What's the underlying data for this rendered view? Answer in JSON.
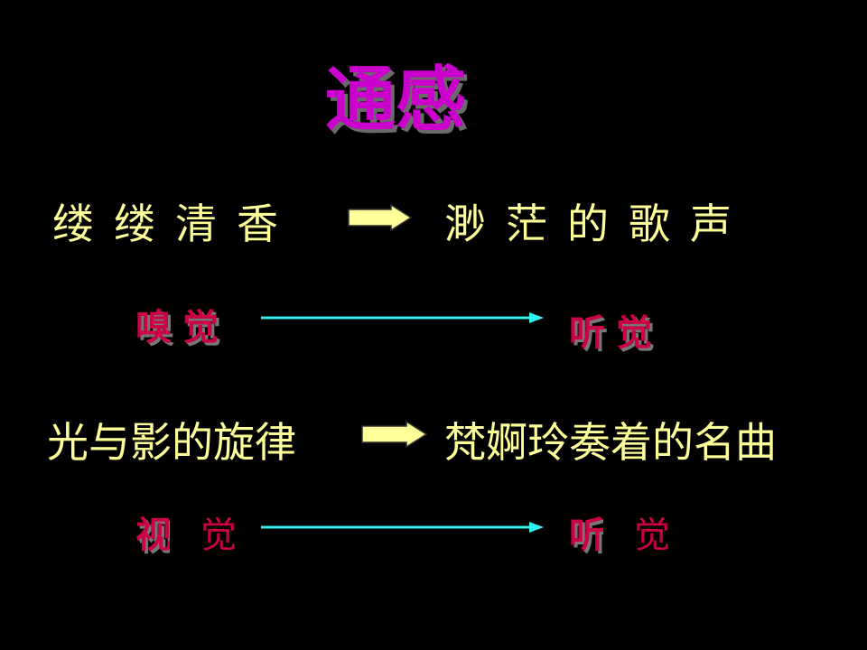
{
  "title": "通感",
  "row1": {
    "left": "缕缕清香",
    "right": "渺茫的歌声",
    "sense_left": "嗅觉",
    "sense_right": "听觉"
  },
  "row2": {
    "left": "光与影的旋律",
    "right": "梵婀玲奏着的名曲",
    "sense_left_a": "视",
    "sense_left_b": "觉",
    "sense_right_a": "听",
    "sense_right_b": "觉"
  },
  "colors": {
    "background": "#000000",
    "title": "#cc00cc",
    "phrase": "#ffff99",
    "sense": "#cc0044",
    "line_arrow": "#33eeee",
    "block_arrow_fill": "#ffff99"
  }
}
